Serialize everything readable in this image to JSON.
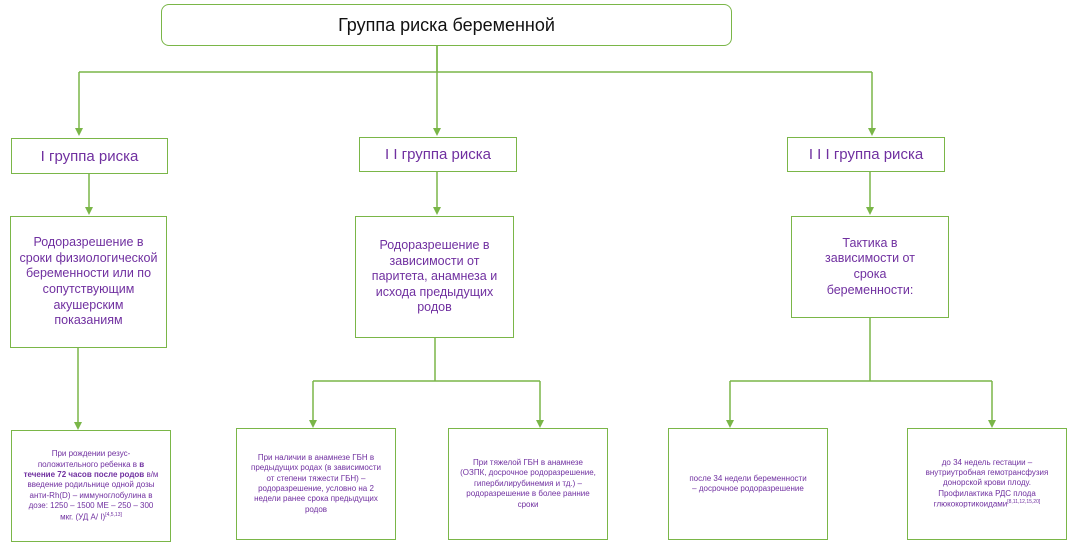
{
  "root": {
    "title": "Группа риска беременной"
  },
  "groups": [
    {
      "label": "I группа риска"
    },
    {
      "label": "I I группа риска"
    },
    {
      "label": "I I I группа риска"
    }
  ],
  "tactics": [
    {
      "text": "Родоразрешение в сроки физиологической беременности или по сопутствующим акушерским показаниям"
    },
    {
      "text": "Родоразрешение в зависимости от паритета, анамнеза и исхода предыдущих родов"
    },
    {
      "text": "Тактика в зависимости от срока беременности:"
    }
  ],
  "leaves": {
    "g1": {
      "text_before": "При рождении резус-положительного ребенка в ",
      "bold": "в течение 72 часов после родов",
      "text_after": " в/м введение родильнице одной дозы анти-Rh(D) – иммуноглобулина в дозе: 1250 – 1500 МЕ – 250 – 300 мкг. (УД А/ I)",
      "ref": "[4,5,13]"
    },
    "g2a": {
      "text": "При наличии в анамнезе ГБН в предыдущих родах (в зависимости от степени тяжести ГБН) – родоразрешение, условно на 2 недели ранее срока предыдущих родов"
    },
    "g2b": {
      "text": "При тяжелой ГБН в анамнезе (ОЗПК, досрочное родоразрешение, гипербилирубинемия и тд.) – родоразрешение в более ранние сроки"
    },
    "g3a": {
      "text": "после 34 недели беременности – досрочное родоразрешение"
    },
    "g3b": {
      "text": "до 34 недель гестации – внутриутробная гемотрансфузия донорской крови плоду. Профилактика РДС плода глюкокортикоидами",
      "ref": "[8,11,12,15,20]"
    }
  }
}
